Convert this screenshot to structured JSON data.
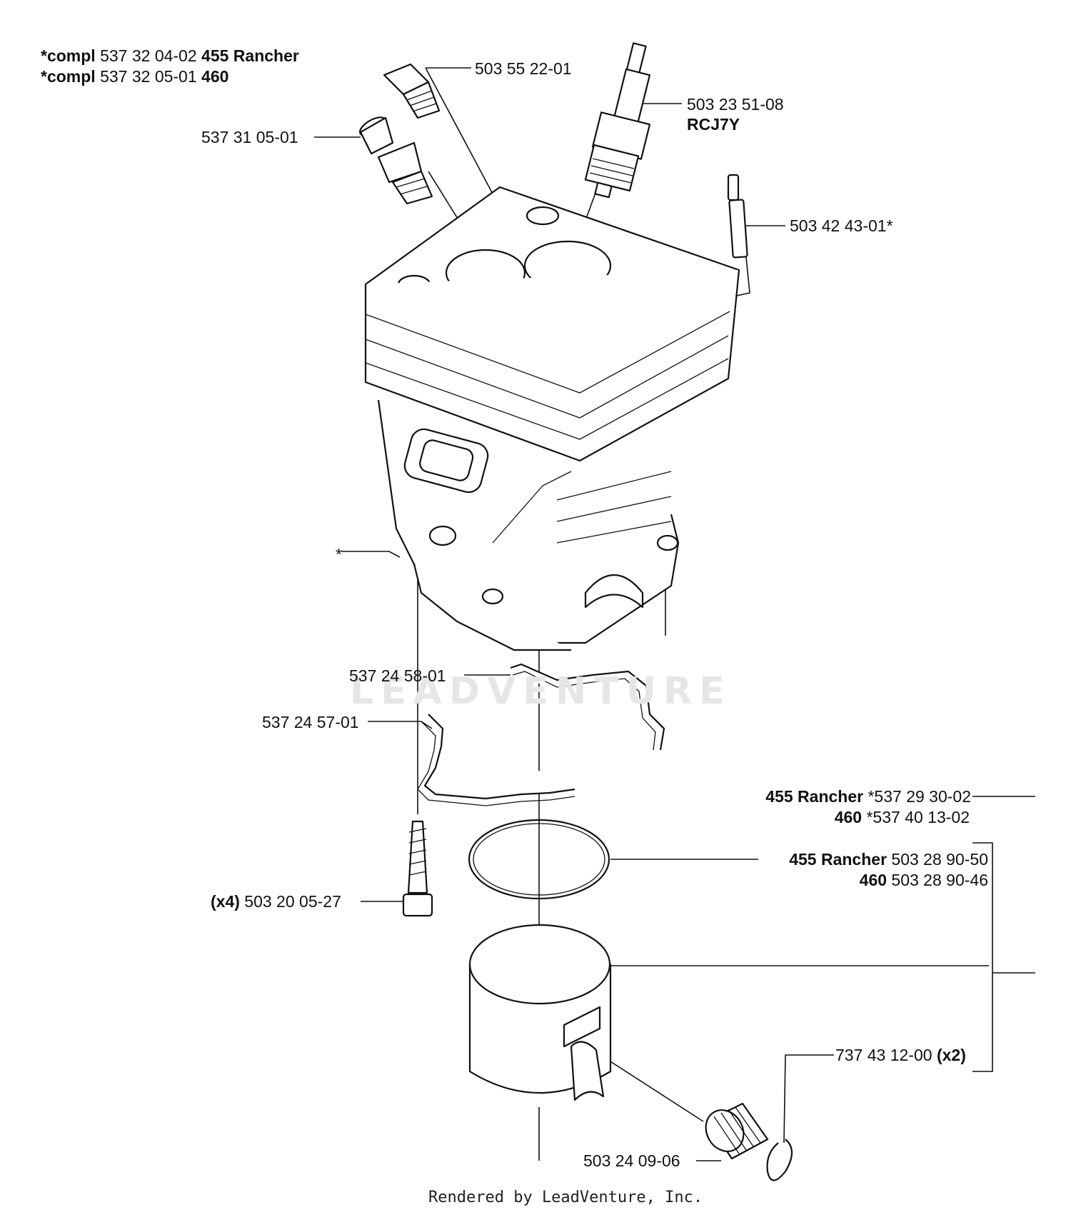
{
  "header": {
    "line1": {
      "prefix": "*compl",
      "number": "537 32 04-02",
      "model": "455 Rancher"
    },
    "line2": {
      "prefix": "*compl",
      "number": "537 32 05-01",
      "model": "460"
    }
  },
  "parts": {
    "p1": {
      "number": "503 55 22-01"
    },
    "p2": {
      "number": "503 23 51-08",
      "sub": "RCJ7Y"
    },
    "p3": {
      "number": "537 31 05-01"
    },
    "p4": {
      "number": "503 42 43-01*"
    },
    "p5": {
      "number": "*"
    },
    "p6": {
      "number": "537 24 58-01"
    },
    "p7": {
      "number": "537 24 57-01"
    },
    "p8": {
      "qty": "(x4)",
      "number": "503 20 05-27"
    },
    "p9": {
      "model_a": "455 Rancher",
      "number_a": "*537 29 30-02",
      "model_b": "460",
      "number_b": "*537 40 13-02"
    },
    "p10": {
      "model_a": "455 Rancher",
      "number_a": "503 28 90-50",
      "model_b": "460",
      "number_b": "503 28 90-46"
    },
    "p11": {
      "number": "737 43 12-00",
      "qty": "(x2)"
    },
    "p12": {
      "number": "503 24 09-06"
    }
  },
  "watermark": "LEADVENTURE",
  "footer": "Rendered by LeadVenture, Inc."
}
